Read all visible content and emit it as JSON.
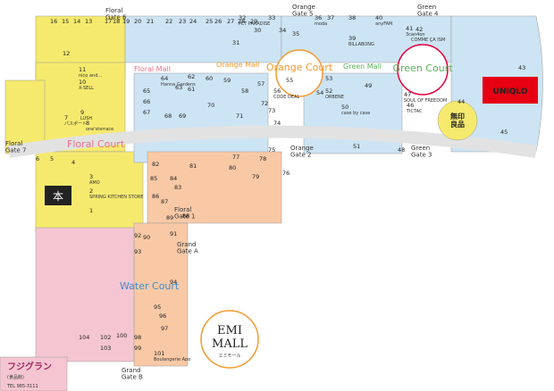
{
  "gates": {
    "floral6": "Floral\nGate 6",
    "orange5": "Orange\nGate 5",
    "green4": "Green\nGate 4",
    "floral7": "Floral\nGate 7",
    "orange2": "Orange\nGate 2",
    "green3": "Green\nGate 3",
    "floral1": "Floral\nGate 1",
    "grandA": "Grand\nGate A",
    "grandB": "Grand\nGate B"
  },
  "malls": {
    "floral": "Floral Mall",
    "orange": "Orange Mall",
    "green": "Green Mall"
  },
  "courts": {
    "orange": "Orange Court",
    "green": "Green Court",
    "floral": "Floral Court",
    "water": "Water Court"
  },
  "anchors": {
    "uniqlo": "UNIQLO",
    "muji": "無印\n良品",
    "comme_num": "42",
    "comme": "COMME ÇA ISM",
    "fuji": "フジグラン",
    "fuji_sub": "(食品館)",
    "tel": "TEL 985-3111",
    "emi1": "EMI",
    "emi2": "MALL",
    "emi_jp": "エミモール",
    "hon": "本"
  },
  "shops": [
    {
      "n": "16",
      "t": ""
    },
    {
      "n": "15",
      "t": ""
    },
    {
      "n": "14",
      "t": ""
    },
    {
      "n": "13",
      "t": ""
    },
    {
      "n": "12",
      "t": ""
    },
    {
      "n": "11",
      "t": "nico and..."
    },
    {
      "n": "10",
      "t": "X-SELL"
    },
    {
      "n": "9",
      "t": "LUSH"
    },
    {
      "n": "8",
      "t": "one'sterrace"
    },
    {
      "n": "7",
      "t": "パスポート"
    },
    {
      "n": "6",
      "t": ""
    },
    {
      "n": "5",
      "t": ""
    },
    {
      "n": "4",
      "t": ""
    },
    {
      "n": "3",
      "t": "AMO"
    },
    {
      "n": "2",
      "t": "SPRING KITCHEN STORE"
    },
    {
      "n": "1",
      "t": ""
    },
    {
      "n": "17",
      "t": ""
    },
    {
      "n": "18",
      "t": ""
    },
    {
      "n": "19",
      "t": ""
    },
    {
      "n": "20",
      "t": ""
    },
    {
      "n": "21",
      "t": ""
    },
    {
      "n": "22",
      "t": ""
    },
    {
      "n": "23",
      "t": ""
    },
    {
      "n": "24",
      "t": ""
    },
    {
      "n": "25",
      "t": ""
    },
    {
      "n": "26",
      "t": ""
    },
    {
      "n": "27",
      "t": ""
    },
    {
      "n": "28",
      "t": ""
    },
    {
      "n": "29",
      "t": ""
    },
    {
      "n": "30",
      "t": ""
    },
    {
      "n": "31",
      "t": ""
    },
    {
      "n": "32",
      "t": "PET PARADISE"
    },
    {
      "n": "33",
      "t": ""
    },
    {
      "n": "34",
      "t": ""
    },
    {
      "n": "35",
      "t": ""
    },
    {
      "n": "36",
      "t": "moda"
    },
    {
      "n": "37",
      "t": ""
    },
    {
      "n": "38",
      "t": ""
    },
    {
      "n": "39",
      "t": "BILLABONG"
    },
    {
      "n": "40",
      "t": "anyFAM"
    },
    {
      "n": "41",
      "t": "3can4on"
    },
    {
      "n": "43",
      "t": ""
    },
    {
      "n": "44",
      "t": ""
    },
    {
      "n": "45",
      "t": ""
    },
    {
      "n": "46",
      "t": "TICTAC"
    },
    {
      "n": "47",
      "t": "SOUL OF FREEDOM"
    },
    {
      "n": "48",
      "t": ""
    },
    {
      "n": "49",
      "t": ""
    },
    {
      "n": "50",
      "t": "case by case"
    },
    {
      "n": "51",
      "t": ""
    },
    {
      "n": "52",
      "t": "ORBENE"
    },
    {
      "n": "53",
      "t": ""
    },
    {
      "n": "54",
      "t": ""
    },
    {
      "n": "55",
      "t": ""
    },
    {
      "n": "56",
      "t": "CODE DEAL"
    },
    {
      "n": "57",
      "t": ""
    },
    {
      "n": "58",
      "t": ""
    },
    {
      "n": "59",
      "t": ""
    },
    {
      "n": "60",
      "t": ""
    },
    {
      "n": "61",
      "t": ""
    },
    {
      "n": "62",
      "t": ""
    },
    {
      "n": "63",
      "t": ""
    },
    {
      "n": "64",
      "t": "Hanna Gardens"
    },
    {
      "n": "65",
      "t": ""
    },
    {
      "n": "66",
      "t": ""
    },
    {
      "n": "67",
      "t": ""
    },
    {
      "n": "68",
      "t": ""
    },
    {
      "n": "69",
      "t": ""
    },
    {
      "n": "70",
      "t": ""
    },
    {
      "n": "71",
      "t": ""
    },
    {
      "n": "72",
      "t": ""
    },
    {
      "n": "73",
      "t": ""
    },
    {
      "n": "74",
      "t": ""
    },
    {
      "n": "75",
      "t": ""
    },
    {
      "n": "76",
      "t": ""
    },
    {
      "n": "77",
      "t": ""
    },
    {
      "n": "78",
      "t": ""
    },
    {
      "n": "79",
      "t": ""
    },
    {
      "n": "80",
      "t": ""
    },
    {
      "n": "81",
      "t": ""
    },
    {
      "n": "82",
      "t": ""
    },
    {
      "n": "83",
      "t": ""
    },
    {
      "n": "84",
      "t": ""
    },
    {
      "n": "85",
      "t": ""
    },
    {
      "n": "86",
      "t": ""
    },
    {
      "n": "87",
      "t": ""
    },
    {
      "n": "88",
      "t": ""
    },
    {
      "n": "89",
      "t": ""
    },
    {
      "n": "90",
      "t": ""
    },
    {
      "n": "91",
      "t": ""
    },
    {
      "n": "92",
      "t": ""
    },
    {
      "n": "93",
      "t": ""
    },
    {
      "n": "94",
      "t": ""
    },
    {
      "n": "95",
      "t": ""
    },
    {
      "n": "96",
      "t": ""
    },
    {
      "n": "97",
      "t": ""
    },
    {
      "n": "98",
      "t": ""
    },
    {
      "n": "99",
      "t": ""
    },
    {
      "n": "100",
      "t": ""
    },
    {
      "n": "101",
      "t": "Boulangerie Apo"
    },
    {
      "n": "102",
      "t": ""
    },
    {
      "n": "103",
      "t": ""
    },
    {
      "n": "104",
      "t": ""
    }
  ],
  "colors": {
    "floral": "#ec6d8a",
    "orange": "#f39a2e",
    "green": "#5bb05d",
    "water": "#3a8fd1",
    "uniqlo": "#e60012",
    "muji": "#a41d2a",
    "yellow": "#f6ea6e",
    "pink": "#f5c6d1",
    "peach": "#f9c9a6",
    "lightblue": "#cde4f4",
    "lightgreen": "#d7ecc4"
  }
}
